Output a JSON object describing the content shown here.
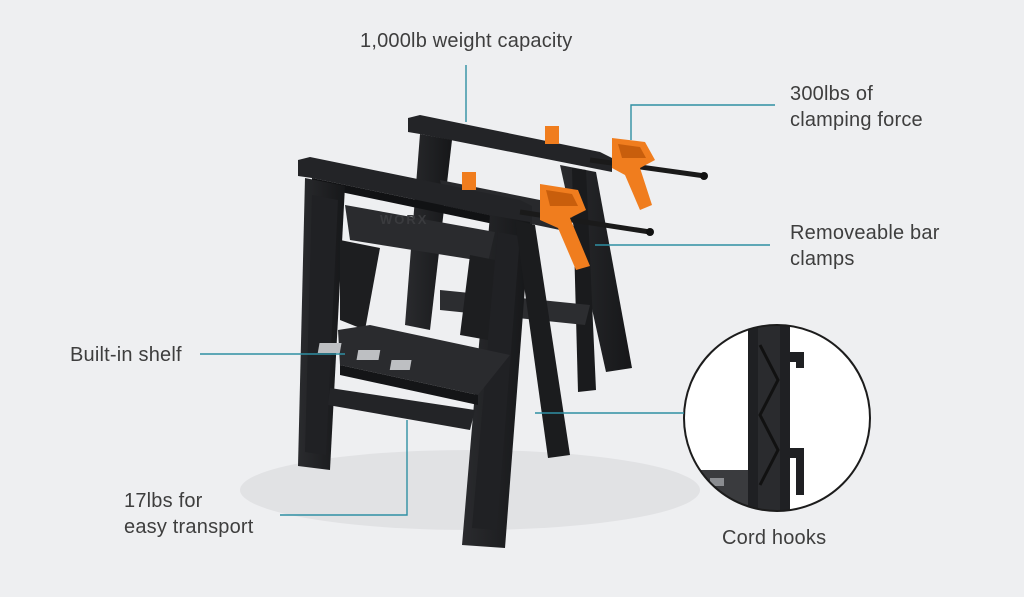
{
  "callouts": {
    "weight_capacity": "1,000lb weight capacity",
    "clamping_force_line1": "300lbs of",
    "clamping_force_line2": "clamping force",
    "bar_clamps_line1": "Removeable bar",
    "bar_clamps_line2": "clamps",
    "shelf": "Built-in shelf",
    "weight_line1": "17lbs for",
    "weight_line2": "easy transport",
    "cord_hooks": "Cord hooks"
  },
  "colors": {
    "background": "#eeeff1",
    "leader_line": "#2f8fa3",
    "sawhorse": "#1e1f21",
    "clamp": "#f07d1e",
    "text": "#3e3e3e"
  }
}
